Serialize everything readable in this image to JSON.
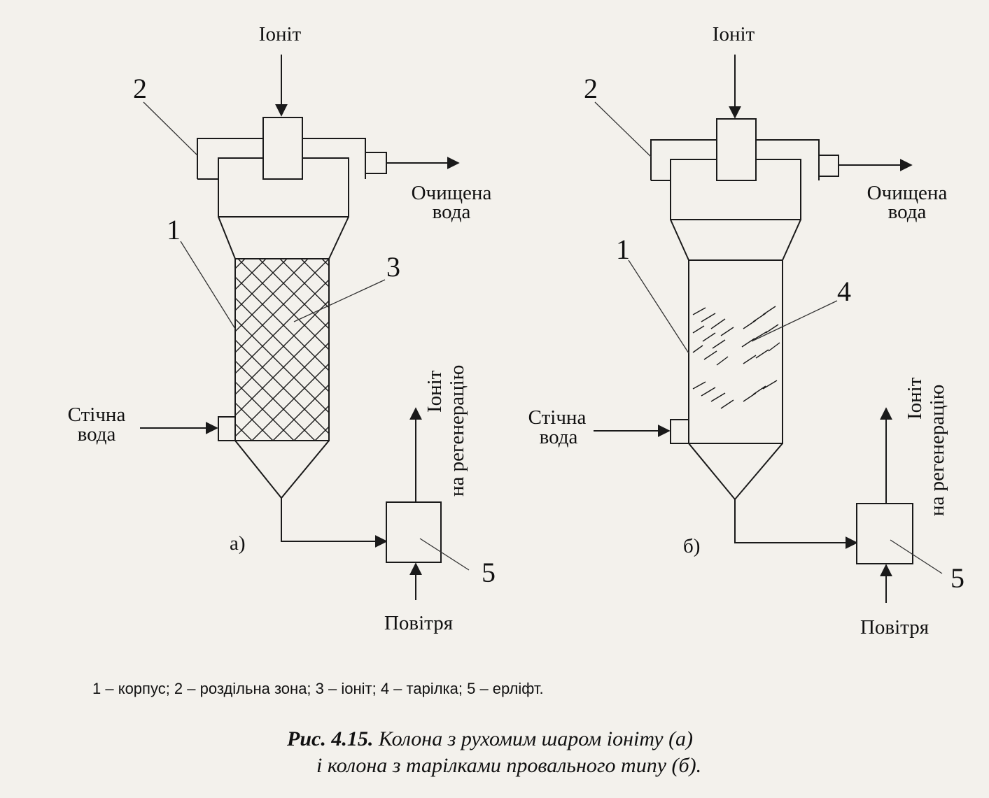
{
  "diagram": {
    "panel_a": {
      "tag": "а)",
      "ionite_in": "Іоніт",
      "treated_water": [
        "Очищена",
        "вода"
      ],
      "waste_water": [
        "Стічна",
        "вода"
      ],
      "to_regeneration": [
        "Іоніт",
        "на регенерацію"
      ],
      "air": "Повітря",
      "numbers": {
        "n1": "1",
        "n2": "2",
        "n3": "3",
        "n5": "5"
      }
    },
    "panel_b": {
      "tag": "б)",
      "ionite_in": "Іоніт",
      "treated_water": [
        "Очищена",
        "вода"
      ],
      "waste_water": [
        "Стічна",
        "вода"
      ],
      "to_regeneration": [
        "Іоніт",
        "на регенерацію"
      ],
      "air": "Повітря",
      "numbers": {
        "n1": "1",
        "n2": "2",
        "n4": "4",
        "n5": "5"
      }
    }
  },
  "legend": "1 – корпус; 2 – роздільна зона; 3 – іоніт; 4 – тарілка; 5 – ерліфт.",
  "caption": {
    "label": "Рис. 4.15.",
    "line1": "Колона з рухомим шаром іоніту (а)",
    "line2": "і колона з тарілками провального типу (б)."
  }
}
